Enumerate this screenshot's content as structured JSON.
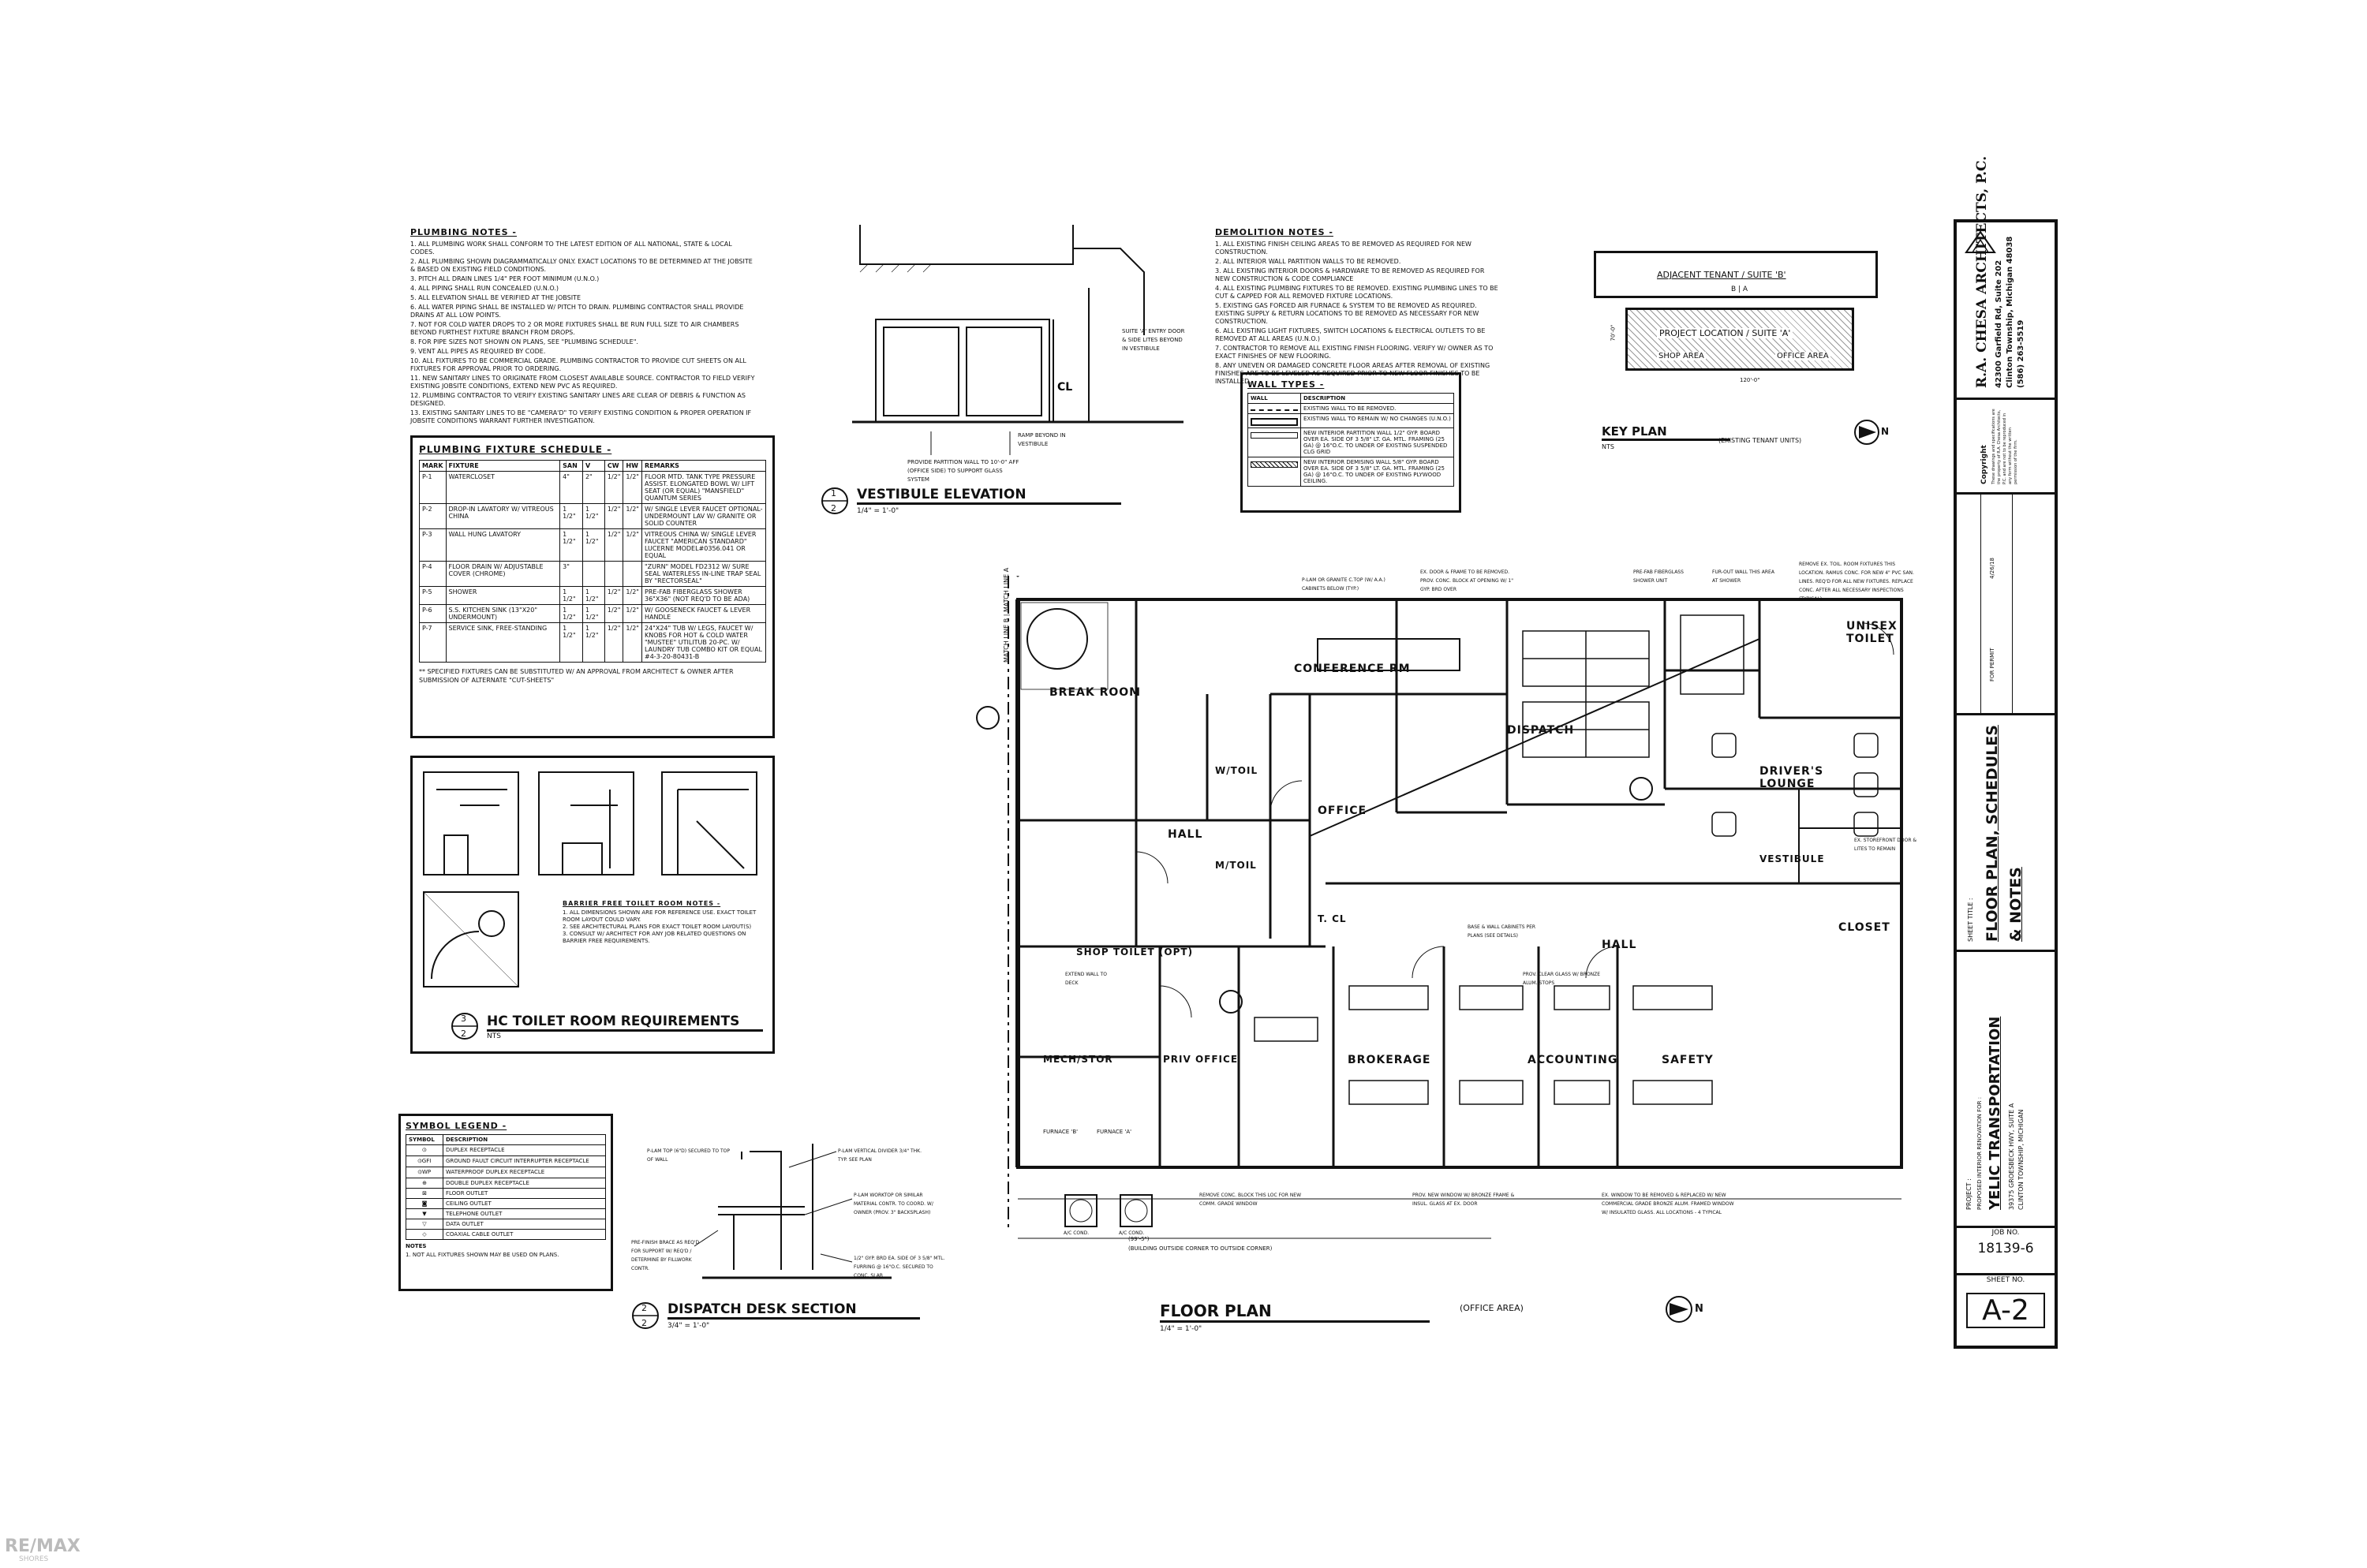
{
  "plumbing_notes": {
    "title": "PLUMBING NOTES -",
    "items": [
      "1. ALL PLUMBING WORK SHALL CONFORM TO THE LATEST EDITION OF ALL NATIONAL, STATE & LOCAL CODES.",
      "2. ALL PLUMBING SHOWN DIAGRAMMATICALLY ONLY. EXACT LOCATIONS TO BE DETERMINED AT THE JOBSITE & BASED ON EXISTING FIELD CONDITIONS.",
      "3. PITCH ALL DRAIN LINES 1/4\" PER FOOT MINIMUM (U.N.O.)",
      "4. ALL PIPING SHALL RUN CONCEALED (U.N.O.)",
      "5. ALL ELEVATION SHALL BE VERIFIED AT THE JOBSITE",
      "6. ALL WATER PIPING SHALL BE INSTALLED W/ PITCH TO DRAIN. PLUMBING CONTRACTOR SHALL PROVIDE DRAINS AT ALL LOW POINTS.",
      "7. NOT FOR COLD WATER DROPS TO 2 OR MORE FIXTURES SHALL BE RUN FULL SIZE TO AIR CHAMBERS BEYOND FURTHEST FIXTURE BRANCH FROM DROPS.",
      "8. FOR PIPE SIZES NOT SHOWN ON PLANS, SEE \"PLUMBING SCHEDULE\".",
      "9. VENT ALL PIPES AS REQUIRED BY CODE.",
      "10. ALL FIXTURES TO BE COMMERCIAL GRADE. PLUMBING CONTRACTOR TO PROVIDE CUT SHEETS ON ALL FIXTURES FOR APPROVAL PRIOR TO ORDERING.",
      "11. NEW SANITARY LINES TO ORIGINATE FROM CLOSEST AVAILABLE SOURCE. CONTRACTOR TO FIELD VERIFY EXISTING JOBSITE CONDITIONS, EXTEND NEW PVC AS REQUIRED.",
      "12. PLUMBING CONTRACTOR TO VERIFY EXISTING SANITARY LINES ARE CLEAR OF DEBRIS & FUNCTION AS DESIGNED.",
      "13. EXISTING SANITARY LINES TO BE \"CAMERA'D\" TO VERIFY EXISTING CONDITION & PROPER OPERATION IF JOBSITE CONDITIONS WARRANT FURTHER INVESTIGATION."
    ]
  },
  "fixture_schedule": {
    "title": "PLUMBING FIXTURE SCHEDULE -",
    "headers": [
      "MARK",
      "FIXTURE",
      "SAN",
      "V",
      "CW",
      "HW",
      "REMARKS"
    ],
    "rows": [
      [
        "P-1",
        "WATERCLOSET",
        "4\"",
        "2\"",
        "1/2\"",
        "1/2\"",
        "FLOOR MTD. TANK TYPE PRESSURE ASSIST. ELONGATED BOWL W/ LIFT SEAT (OR EQUAL) \"MANSFIELD\" QUANTUM SERIES"
      ],
      [
        "P-2",
        "DROP-IN LAVATORY W/ VITREOUS CHINA",
        "1 1/2\"",
        "1 1/2\"",
        "1/2\"",
        "1/2\"",
        "W/ SINGLE LEVER FAUCET OPTIONAL- UNDERMOUNT LAV W/ GRANITE OR SOLID COUNTER"
      ],
      [
        "P-3",
        "WALL HUNG LAVATORY",
        "1 1/2\"",
        "1 1/2\"",
        "1/2\"",
        "1/2\"",
        "VITREOUS CHINA W/ SINGLE LEVER FAUCET \"AMERICAN STANDARD\" LUCERNE MODEL#0356.041 OR EQUAL"
      ],
      [
        "P-4",
        "FLOOR DRAIN W/ ADJUSTABLE COVER (CHROME)",
        "3\"",
        "",
        "",
        "",
        "\"ZURN\" MODEL FD2312 W/ SURE SEAL WATERLESS IN-LINE TRAP SEAL BY \"RECTORSEAL\""
      ],
      [
        "P-5",
        "SHOWER",
        "1 1/2\"",
        "1 1/2\"",
        "1/2\"",
        "1/2\"",
        "PRE-FAB FIBERGLASS SHOWER 36\"X36\" (NOT REQ'D TO BE ADA)"
      ],
      [
        "P-6",
        "S.S. KITCHEN SINK (13\"X20\" UNDERMOUNT)",
        "1 1/2\"",
        "1 1/2\"",
        "1/2\"",
        "1/2\"",
        "W/ GOOSENECK FAUCET & LEVER HANDLE"
      ],
      [
        "P-7",
        "SERVICE SINK, FREE-STANDING",
        "1 1/2\"",
        "1 1/2\"",
        "1/2\"",
        "1/2\"",
        "24\"X24\" TUB W/ LEGS, FAUCET W/ KNOBS FOR HOT & COLD WATER \"MUSTEE\" UTILITUB 20-PC. W/ LAUNDRY TUB COMBO KIT OR EQUAL #4-3-20-80431-B"
      ]
    ],
    "footnote": "** SPECIFIED FIXTURES CAN BE SUBSTITUTED W/ AN APPROVAL FROM ARCHITECT & OWNER AFTER SUBMISSION OF ALTERNATE \"CUT-SHEETS\""
  },
  "hc_toilet": {
    "notes_title": "BARRIER FREE TOILET ROOM NOTES -",
    "notes": [
      "1. ALL DIMENSIONS SHOWN ARE FOR REFERENCE USE. EXACT TOILET ROOM LAYOUT COULD VARY.",
      "2. SEE ARCHITECTURAL PLANS FOR EXACT TOILET ROOM LAYOUT(S)",
      "3. CONSULT W/ ARCHITECT FOR ANY JOB RELATED QUESTIONS ON BARRIER FREE REQUIREMENTS."
    ],
    "detail_num": "3",
    "detail_sheet": "2",
    "title": "HC TOILET ROOM REQUIREMENTS",
    "scale": "NTS"
  },
  "symbol_legend": {
    "title": "SYMBOL LEGEND -",
    "headers": [
      "SYMBOL",
      "DESCRIPTION"
    ],
    "rows": [
      [
        "⦶",
        "DUPLEX RECEPTACLE"
      ],
      [
        "⦶GFI",
        "GROUND FAULT CIRCUIT INTERRUPTER RECEPTACLE"
      ],
      [
        "⦶WP",
        "WATERPROOF DUPLEX RECEPTACLE"
      ],
      [
        "⊕",
        "DOUBLE DUPLEX RECEPTACLE"
      ],
      [
        "⊠",
        "FLOOR OUTLET"
      ],
      [
        "◙",
        "CEILING OUTLET"
      ],
      [
        "▼",
        "TELEPHONE OUTLET"
      ],
      [
        "▽",
        "DATA OUTLET"
      ],
      [
        "◇",
        "COAXIAL CABLE OUTLET"
      ]
    ],
    "note_label": "NOTES",
    "note": "1. NOT ALL FIXTURES SHOWN MAY BE USED ON PLANS."
  },
  "vestibule": {
    "detail_num": "1",
    "detail_sheet": "2",
    "title": "VESTIBULE ELEVATION",
    "scale": "1/4\" = 1'-0\"",
    "notes": [
      "SUITE 'A' ENTRY DOOR & SIDE LITES BEYOND IN VESTIBULE",
      "RAMP BEYOND IN VESTIBULE",
      "PROVIDE PARTITION WALL TO 10'-0\" AFF (OFFICE SIDE) TO SUPPORT GLASS SYSTEM"
    ],
    "cl": "CL"
  },
  "demolition_notes": {
    "title": "DEMOLITION NOTES -",
    "items": [
      "1. ALL EXISTING FINISH CEILING AREAS TO BE REMOVED AS REQUIRED FOR NEW CONSTRUCTION.",
      "2. ALL INTERIOR WALL PARTITION WALLS TO BE REMOVED.",
      "3. ALL EXISTING INTERIOR DOORS & HARDWARE TO BE REMOVED AS REQUIRED FOR NEW CONSTRUCTION & CODE COMPLIANCE",
      "4. ALL EXISTING PLUMBING FIXTURES TO BE REMOVED. EXISTING PLUMBING LINES TO BE CUT & CAPPED FOR ALL REMOVED FIXTURE LOCATIONS.",
      "5. EXISTING GAS FORCED AIR FURNACE & SYSTEM TO BE REMOVED AS REQUIRED. EXISTING SUPPLY & RETURN LOCATIONS TO BE REMOVED AS NECESSARY FOR NEW CONSTRUCTION.",
      "6. ALL EXISTING LIGHT FIXTURES, SWITCH LOCATIONS & ELECTRICAL OUTLETS TO BE REMOVED AT ALL AREAS (U.N.O.)",
      "7. CONTRACTOR TO REMOVE ALL EXISTING FINISH FLOORING. VERIFY W/ OWNER AS TO EXACT FINISHES OF NEW FLOORING.",
      "8. ANY UNEVEN OR DAMAGED CONCRETE FLOOR AREAS AFTER REMOVAL OF EXISTING FINISHES ARE TO BE LEVELED AS REQUIRED PRIOR TO NEW FLOOR FINISHES TO BE INSTALLED."
    ]
  },
  "wall_types": {
    "title": "WALL TYPES -",
    "headers": [
      "WALL",
      "DESCRIPTION"
    ],
    "rows": [
      "EXISTING WALL TO BE REMOVED.",
      "EXISTING WALL TO REMAIN W/ NO CHANGES (U.N.O.)",
      "NEW INTERIOR PARTITION WALL 1/2\" GYP. BOARD OVER EA. SIDE OF 3 5/8\" LT. GA. MTL. FRAMING (25 GA) @ 16\"O.C. TO UNDER OF EXISTING SUSPENDED CLG GRID",
      "NEW INTERIOR DEMISING WALL 5/8\" GYP. BOARD OVER EA. SIDE OF 3 5/8\" LT. GA. MTL. FRAMING (25 GA) @ 16\"O.C. TO UNDER OF EXISTING PLYWOOD CEILING."
    ]
  },
  "key_plan": {
    "adjacent": "ADJACENT TENANT / SUITE 'B'",
    "project": "PROJECT LOCATION / SUITE 'A'",
    "shop": "SHOP AREA",
    "office": "OFFICE AREA",
    "ba": "B | A",
    "dim_top": "70'-0\"",
    "dim_bottom": "120'-0\"",
    "title": "KEY PLAN",
    "scale": "NTS",
    "note": "(EXISTING TENANT UNITS)",
    "north": "N"
  },
  "floor_plan": {
    "rooms": {
      "break": "BREAK ROOM",
      "conference": "CONFERENCE RM",
      "dispatch": "DISPATCH",
      "unisex": "UNISEX TOILET",
      "drivers": "DRIVER'S LOUNGE",
      "vestibule": "VESTIBULE",
      "closet": "CLOSET",
      "hall1": "HALL",
      "hall2": "HALL",
      "wtoil": "W/TOIL",
      "office": "OFFICE",
      "mtoil": "M/TOIL",
      "tcl": "T. CL",
      "shop_toilet": "SHOP TOILET (OPT)",
      "mech": "MECH/STOR",
      "priv": "PRIV OFFICE",
      "brokerage": "BROKERAGE",
      "accounting": "ACCOUNTING",
      "safety": "SAFETY",
      "furnace_b": "FURNACE 'B'",
      "furnace_a": "FURNACE 'A'",
      "ac1": "A/C COND.",
      "ac2": "A/C COND."
    },
    "match_line": "MATCH LINE B | MATCH LINE A",
    "title": "FLOOR PLAN",
    "scale": "1/4\" = 1'-0\"",
    "subtitle": "(OFFICE AREA)",
    "north": "N",
    "bottom_note": "(BUILDING OUTSIDE CORNER TO OUTSIDE CORNER)",
    "bottom_dim": "(99'-5\")",
    "callouts": [
      "P-LAM OR GRANITE C.TOP (W/ A.A.) CABINETS BELOW (TYP.)",
      "EX. DOOR & FRAME TO BE REMOVED. PROV. CONC. BLOCK AT OPENING W/ 1\" GYP. BRD OVER",
      "PRE-FAB FIBERGLASS SHOWER UNIT",
      "FUR-OUT WALL THIS AREA AT SHOWER",
      "REMOVE EX. TOIL. ROOM FIXTURES THIS LOCATION. RAMUS CONC. FOR NEW 4\" PVC SAN. LINES. REQ'D FOR ALL NEW FIXTURES. REPLACE CONC. AFTER ALL NECESSARY INSPECTIONS (TYPICAL)",
      "EX. STOREFRONT DOOR & LITES TO REMAIN",
      "PROV. CLEAR GLASS W/ BRONZE ALUM. STOPS",
      "REMOVE CONC. BLOCK THIS LOC FOR NEW COMM. GRADE WINDOW",
      "PROV. NEW WINDOW W/ BRONZE FRAME & INSUL. GLASS AT EX. DOOR",
      "EX. WINDOW TO BE REMOVED & REPLACED W/ NEW COMMERCIAL GRADE BRONZE ALUM. FRAMED WINDOW W/ INSULATED GLASS. ALL LOCATIONS - 4 TYPICAL",
      "EXTEND WALL TO DECK",
      "BASE & WALL CABINETS PER PLANS (SEE DETAILS)"
    ]
  },
  "dispatch_section": {
    "detail_num": "2",
    "detail_sheet": "2",
    "title": "DISPATCH DESK SECTION",
    "scale": "3/4\" = 1'-0\"",
    "notes": [
      "P-LAM TOP (6\"D) SECURED TO TOP OF WALL",
      "P-LAM VERTICAL DIVIDER 3/4\" THK. TYP. SEE PLAN",
      "P-LAM WORKTOP OR SIMILAR MATERIAL CONTR. TO COORD. W/ OWNER (PROV. 3\" BACKSPLASH)",
      "PRE-FINISH BRACE AS REQ'D FOR SUPPORT W/ REQ'D / DETERMINE BY FILLWORK CONTR.",
      "1/2\" GYP. BRD EA. SIDE OF 3 5/8\" MTL. FURRING @ 16\"O.C. SECURED TO CONC. SLAB"
    ]
  },
  "title_block": {
    "firm": "R.A. CHESA ARCHITECTS, P.C.",
    "address1": "42300 Garfield Rd, Suite 202",
    "address2": "Clinton Township, Michigan 48038",
    "phone": "(586) 263-5519",
    "copyright": "Copyright",
    "copyright_text": "These drawings and specifications are the property of R.A. Chesa Architects, P.C. and are not to be reproduced in any form without the written permission of the firm.",
    "revision_date": "4/26/18",
    "revision_desc": "FOR PERMIT",
    "sheet_title_label": "SHEET TITLE :",
    "sheet_title_1": "FLOOR PLAN, SCHEDULES",
    "sheet_title_2": "& NOTES",
    "project_label": "PROJECT :",
    "project_desc": "PROPOSED INTERIOR RENOVATION FOR :",
    "project_name": "YELIC TRANSPORTATION",
    "project_addr1": "39375 GROESBECK HWY, SUITE A",
    "project_addr2": "CLINTON TOWNSHIP, MICHIGAN",
    "job_label": "JOB NO.",
    "job_no": "18139-6",
    "sheet_label": "SHEET NO.",
    "sheet_no": "A-2"
  },
  "watermark": {
    "brand": "RE/MAX",
    "sub": "SHORES"
  }
}
